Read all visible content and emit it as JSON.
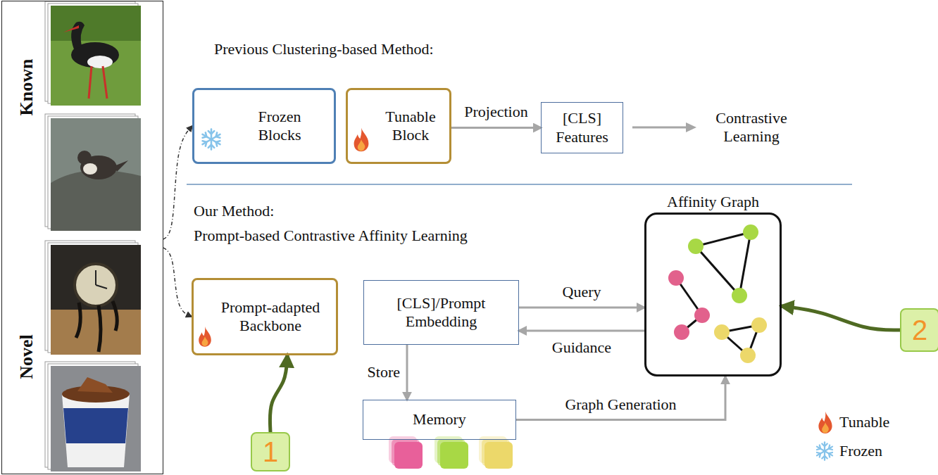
{
  "diagram": {
    "nodes": [
      {
        "text": [
          "Known",
          "Novel"
        ]
      },
      {
        "text": [
          "Frozen Blocks"
        ]
      },
      {
        "text": [
          "Tunable Block"
        ]
      },
      {
        "text": [
          "[CLS] Features"
        ]
      },
      {
        "text": [
          "Prompt-adapted Backbone"
        ]
      },
      {
        "text": [
          "[CLS]/Prompt Embedding"
        ]
      },
      {
        "text": [
          "Affinity Graph"
        ]
      },
      {
        "text": [
          "Memory"
        ]
      },
      {
        "text": [
          "1"
        ]
      },
      {
        "text": [
          "2"
        ]
      }
    ],
    "edges": [
      {
        "from": 0,
        "to": 1,
        "arrow": "to"
      },
      {
        "from": 0,
        "to": 4,
        "arrow": "to"
      },
      {
        "from": 2,
        "to": 3,
        "label": "Projection",
        "arrow": "to"
      },
      {
        "from": 5,
        "to": 6,
        "label": "Query",
        "arrow": "to"
      },
      {
        "from": 6,
        "to": 5,
        "label": "Guidance",
        "arrow": "to"
      },
      {
        "from": 5,
        "to": 7,
        "label": "Store",
        "arrow": "to"
      },
      {
        "from": 7,
        "to": 6,
        "label": "Graph Generation",
        "arrow": "to"
      },
      {
        "from": 8,
        "to": 4,
        "arrow": "to"
      },
      {
        "from": 9,
        "to": 6,
        "arrow": "to"
      }
    ],
    "labels": [
      "Previous Clustering-based Method:",
      "Contrastive Learning",
      "Our Method:",
      "Prompt-based Contrastive Affinity Learning"
    ],
    "legend": [
      {
        "text": "Tunable"
      },
      {
        "text": "Frozen"
      }
    ]
  }
}
